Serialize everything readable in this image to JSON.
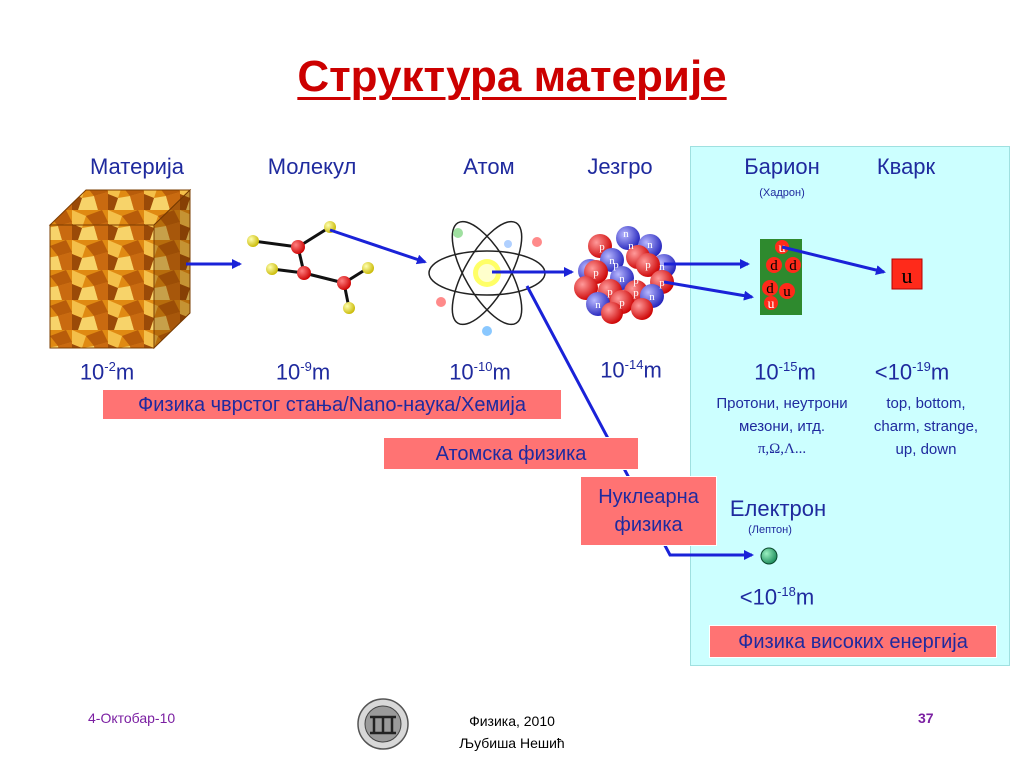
{
  "title": "Структура материје",
  "headers": {
    "materia": "Материја",
    "molekul": "Молекул",
    "atom": "Атом",
    "jezgro": "Језгро",
    "barion": "Барион",
    "barion_sub": "(Хадрон)",
    "kvark": "Кварк",
    "elektron": "Електрон",
    "elektron_sub": "(Лептон)"
  },
  "scales": {
    "materia": {
      "base": "10",
      "exp": "-2",
      "unit": "m"
    },
    "molekul": {
      "base": "10",
      "exp": "-9",
      "unit": "m"
    },
    "atom": {
      "base": "10",
      "exp": "-10",
      "unit": "m"
    },
    "jezgro": {
      "base": "10",
      "exp": "-14",
      "unit": "m"
    },
    "barion": {
      "base": "10",
      "exp": "-15",
      "unit": "m"
    },
    "kvark": {
      "base": "<10",
      "exp": "-19",
      "unit": "m"
    },
    "elektron": {
      "base": "<10",
      "exp": "-18",
      "unit": "m"
    }
  },
  "descriptions": {
    "barion_line1": "Протони, неутрони",
    "barion_line2": "мезони, итд.",
    "barion_line3": "π,Ω,Λ...",
    "kvark_line1": "top, bottom,",
    "kvark_line2": "charm, strange,",
    "kvark_line3": "up, down"
  },
  "fields": {
    "solid_state": "Физика чврстог стања/Nano-наука/Хемија",
    "atomic": "Атомска физика",
    "nuclear_line1": "Нуклеарна",
    "nuclear_line2": "физика",
    "high_energy": "Физика високих енергија"
  },
  "quark_labels": {
    "u": "u",
    "d": "d"
  },
  "nucleon_labels": {
    "p": "p",
    "n": "n"
  },
  "footer": {
    "date": "4-Октобар-10",
    "course": "Физика, 2010",
    "author": "Љубиша Нешић",
    "page": "37"
  },
  "colors": {
    "title": "#cc0000",
    "text": "#1f2a9e",
    "arrow": "#1a22d8",
    "field_box": "#ff7373",
    "hep_background": "#ccffff",
    "quark": "#ff2a1a"
  }
}
